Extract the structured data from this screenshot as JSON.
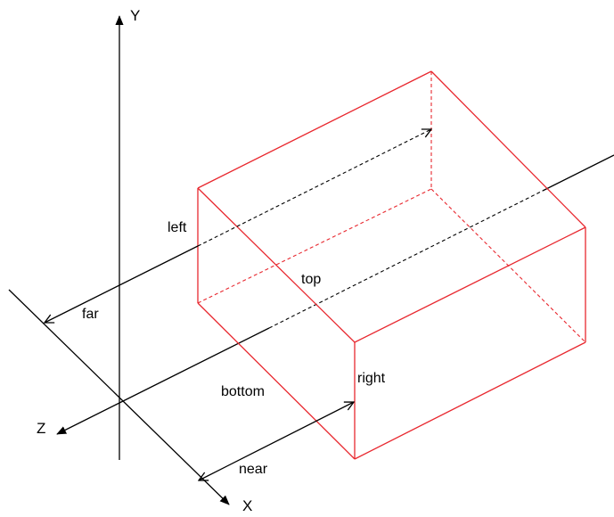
{
  "labels": {
    "axis_y": "Y",
    "axis_z": "Z",
    "axis_x": "X",
    "left": "left",
    "far": "far",
    "top": "top",
    "bottom": "bottom",
    "right": "right",
    "near": "near"
  },
  "colors": {
    "frustum": "#e8282f",
    "axes": "#000000"
  }
}
